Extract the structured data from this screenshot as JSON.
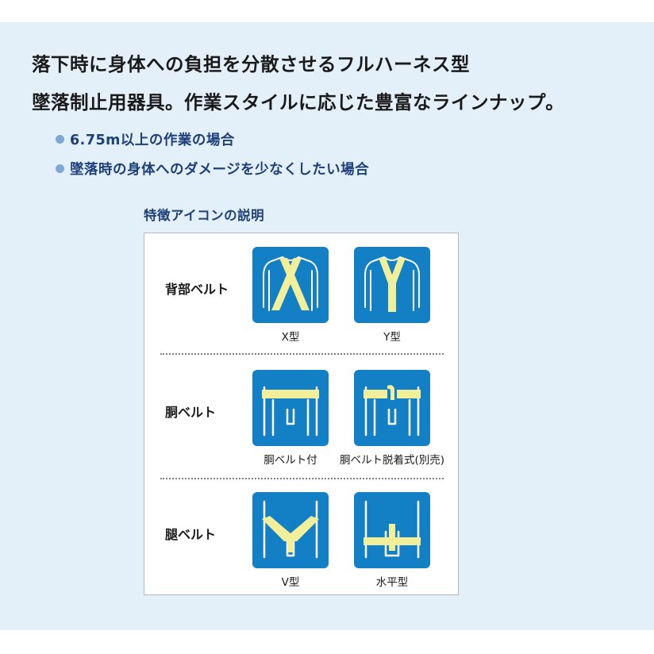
{
  "headline": {
    "line1": "落下時に身体への負担を分散させるフルハーネス型",
    "line2": "墜落制止用器具。作業スタイルに応じた豊富なラインナップ。"
  },
  "bullets": [
    "6.75m以上の作業の場合",
    "墜落時の身体へのダメージを少なくしたい場合"
  ],
  "features": {
    "title": "特徴アイコンの説明",
    "rows": [
      {
        "label": "背部ベルト",
        "icons": [
          {
            "icon": "x-type-back-belt-icon",
            "caption": "X型"
          },
          {
            "icon": "y-type-back-belt-icon",
            "caption": "Y型"
          }
        ]
      },
      {
        "label": "胴ベルト",
        "icons": [
          {
            "icon": "waist-belt-attached-icon",
            "caption": "胴ベルト付"
          },
          {
            "icon": "waist-belt-detachable-icon",
            "caption": "胴ベルト脱着式(別売)"
          }
        ]
      },
      {
        "label": "腿ベルト",
        "icons": [
          {
            "icon": "v-type-leg-belt-icon",
            "caption": "V型"
          },
          {
            "icon": "horizontal-leg-belt-icon",
            "caption": "水平型"
          }
        ]
      }
    ]
  },
  "colors": {
    "background": "#e4f0f9",
    "icon_tile": "#137fc4",
    "belt": "#f2ef9a",
    "heading_text": "#1d3f7a",
    "bullet_dot": "#7fa7d3"
  }
}
